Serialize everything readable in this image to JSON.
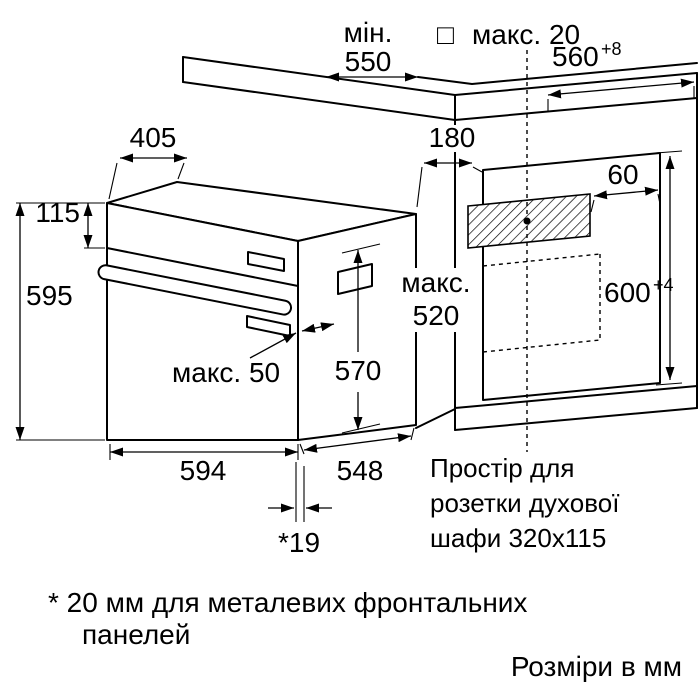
{
  "dim": {
    "min_label": "мін.",
    "d550": "550",
    "sq": "□",
    "max20": "макс. 20",
    "w560": "560",
    "w560sup": "+8",
    "d405": "405",
    "h115": "115",
    "h595": "595",
    "d180": "180",
    "d60": "60",
    "max_label": "макс.",
    "d520": "520",
    "h600": "600",
    "h600sup": "+4",
    "d570": "570",
    "max50": "макс. 50",
    "w594": "594",
    "d548": "548",
    "gap19": "*19"
  },
  "note": {
    "socket_1": "Простір для",
    "socket_2": "розетки духової",
    "socket_3": "шафи 320x115",
    "footnote_1": "* 20 мм для металевих фронтальних",
    "footnote_2": "панелей",
    "units": "Розміри в мм"
  },
  "colors": {
    "line": "#000000",
    "background": "#ffffff"
  }
}
